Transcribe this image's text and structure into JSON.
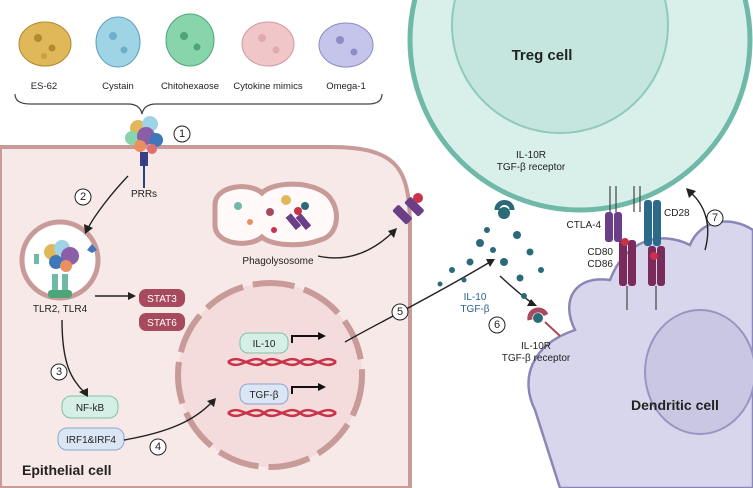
{
  "molecules": [
    "ES-62",
    "Cystain",
    "Chitohexaose",
    "Cytokine mimics",
    "Omega-1"
  ],
  "cells": {
    "treg": "Treg cell",
    "epithelial": "Epithelial cell",
    "dendritic": "Dendritic cell"
  },
  "labels": {
    "prrs": "PRRs",
    "phagolysosome": "Phagolysosome",
    "tlr": "TLR2, TLR4",
    "stat3": "STAT3",
    "stat6": "STAT6",
    "nfkb": "NF-kB",
    "irf": "IRF1&IRF4",
    "il10_gene": "IL-10",
    "tgfb_gene": "TGF-β",
    "treg_receptor_1": "IL-10R",
    "treg_receptor_2": "TGF-β receptor",
    "secreted_1": "IL-10",
    "secreted_2": "TGF-β",
    "dc_receptor_1": "IL-10R",
    "dc_receptor_2": "TGF-β receptor",
    "ctla4": "CTLA-4",
    "cd80": "CD80",
    "cd86": "CD86",
    "cd28": "CD28"
  },
  "steps": [
    "1",
    "2",
    "3",
    "4",
    "5",
    "6",
    "7"
  ],
  "colors": {
    "treg_fill": "#d9efea",
    "treg_stroke": "#6fb9a8",
    "epi_fill": "#f7e9e8",
    "epi_stroke": "#c89a98",
    "nucleus_fill": "#f3dcdb",
    "dc_fill": "#d8d6ec",
    "stat_fill": "#a84a5e",
    "nfkb_fill": "#d6efe6",
    "irf_fill": "#dbe6f4",
    "dna_red": "#c8334a"
  }
}
